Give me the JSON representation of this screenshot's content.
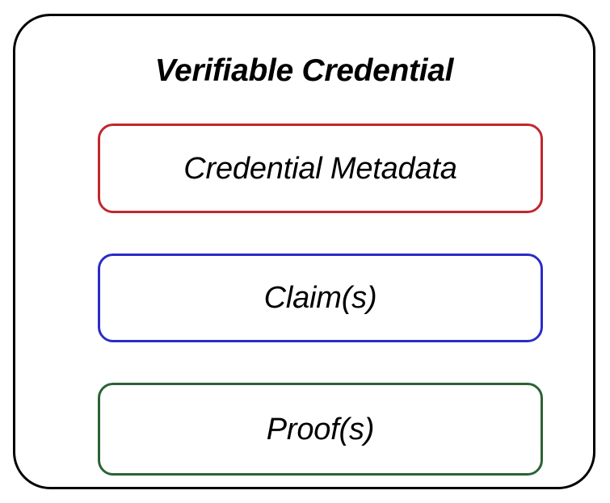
{
  "diagram": {
    "title": "Verifiable Credential",
    "background_color": "#ffffff",
    "outer_box": {
      "name": "verifiable-credential-container",
      "border_color": "#000000",
      "fill_color": "#ffffff"
    },
    "sections": [
      {
        "id": "metadata",
        "label": "Credential Metadata",
        "border_color": "#c0272d",
        "fill_color": "#ffffff"
      },
      {
        "id": "claims",
        "label": "Claim(s)",
        "border_color": "#2b2bc8",
        "fill_color": "#ffffff"
      },
      {
        "id": "proofs",
        "label": "Proof(s)",
        "border_color": "#2a6334",
        "fill_color": "#ffffff"
      }
    ]
  }
}
